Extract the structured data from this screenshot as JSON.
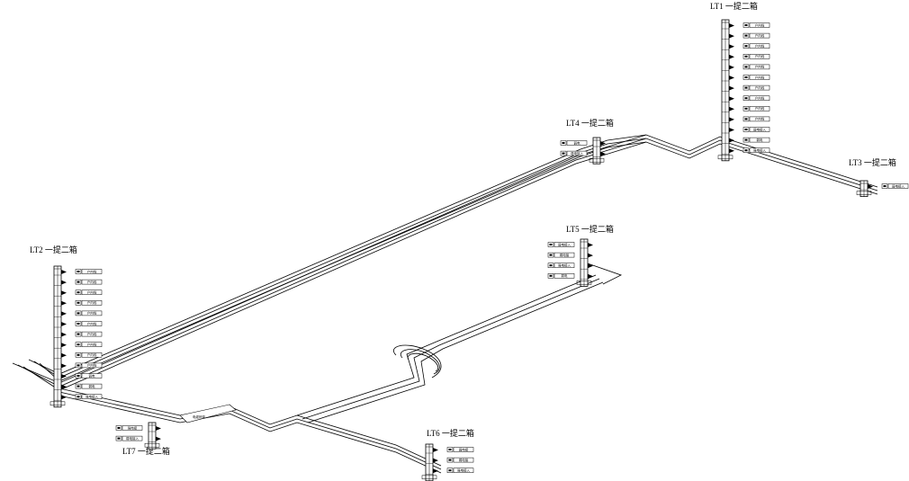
{
  "diagram": {
    "cabinets": [
      {
        "id": "LT1",
        "label": "LT1  一提二箱",
        "terminals": [
          "户内线",
          "户内线",
          "户内线",
          "户内线",
          "户内线",
          "户内线",
          "户内线",
          "户内线",
          "户内线",
          "户内线",
          "弱电接入",
          "弱电",
          "强电接入"
        ]
      },
      {
        "id": "LT2",
        "label": "LT2  一提二箱",
        "terminals": [
          "户内线",
          "户内线",
          "户内线",
          "户内线",
          "户内线",
          "户内线",
          "户内线",
          "户内线",
          "户内线",
          "户内线",
          "弱电",
          "弱电",
          "强电接入"
        ]
      },
      {
        "id": "LT3",
        "label": "LT3  一提二箱",
        "terminals": [
          "弱电接入"
        ]
      },
      {
        "id": "LT4",
        "label": "LT4  一提二箱",
        "terminals": [
          "弱电",
          "强电接入"
        ]
      },
      {
        "id": "LT5",
        "label": "LT5  一提二箱",
        "terminals": [
          "弱电接入",
          "弱电接",
          "强电接入",
          "弱电"
        ]
      },
      {
        "id": "LT6",
        "label": "LT6  一提二箱",
        "terminals": [
          "弱电接",
          "弱电接",
          "强电接入"
        ]
      },
      {
        "id": "LT7",
        "label": "LT7  一提二箱",
        "terminals": [
          "强电接",
          "弱电接入"
        ]
      }
    ],
    "trunk_label": "电缆桥架",
    "colors": {
      "line": "#000000",
      "background": "#ffffff"
    }
  }
}
